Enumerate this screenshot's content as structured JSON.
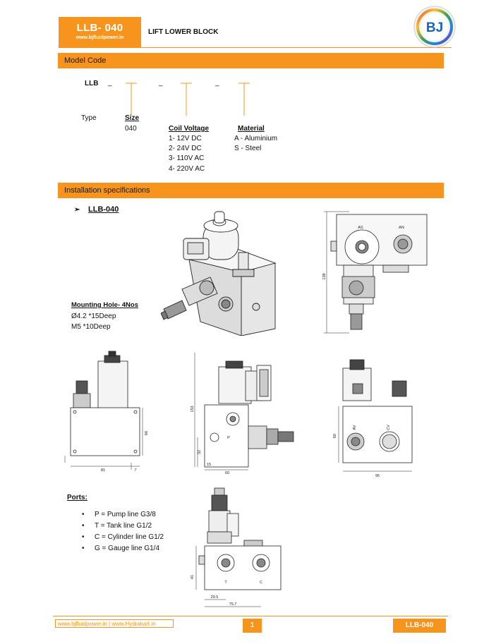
{
  "header": {
    "model": "LLB- 040",
    "website": "www.bjfluidpower.in",
    "title": "LIFT LOWER BLOCK",
    "logo_text": "BJ"
  },
  "sections": {
    "model_code": "Model Code",
    "installation": "Installation specifications"
  },
  "model_code": {
    "prefix": "LLB",
    "dash": "_",
    "type_label": "Type",
    "size": {
      "heading": "Size",
      "values": [
        "040"
      ]
    },
    "coil_voltage": {
      "heading": "Coil Voltage",
      "values": [
        "1- 12V DC",
        "2- 24V DC",
        "3- 110V AC",
        "4- 220V AC"
      ]
    },
    "material": {
      "heading": "Material",
      "values": [
        "A - Aluminium",
        "S - Steel"
      ]
    }
  },
  "installation": {
    "bullet": "➢",
    "model": "LLB-040",
    "mounting": {
      "heading": "Mounting Hole- 4Nos",
      "lines": [
        "Ø4.2 *15Deep",
        "M5 *10Deep"
      ]
    }
  },
  "ports": {
    "heading": "Ports:",
    "items": [
      "P = Pump line G3/8",
      "T = Tank line G1/2",
      "C = Cylinder line G1/2",
      "G = Gauge line G1/4"
    ]
  },
  "dimensions": {
    "top_right": {
      "height": "138",
      "ports": [
        "AS",
        "AN"
      ]
    },
    "front": {
      "width": "81",
      "offset": "7",
      "height": "66"
    },
    "side": {
      "height": "153",
      "hole": "32",
      "offset": "15",
      "width": "60",
      "port": "P"
    },
    "right": {
      "height": "60",
      "width": "95",
      "ports": [
        "AV",
        "CV"
      ]
    },
    "bottom": {
      "height": "41",
      "width1": "29.5",
      "width2": "75.7",
      "ports": [
        "T",
        "C"
      ]
    }
  },
  "footer": {
    "links": "www.bjfluidpower.in | www.Hydrakart.in",
    "page": "1",
    "model": "LLB-040"
  },
  "colors": {
    "accent": "#f7941d"
  }
}
